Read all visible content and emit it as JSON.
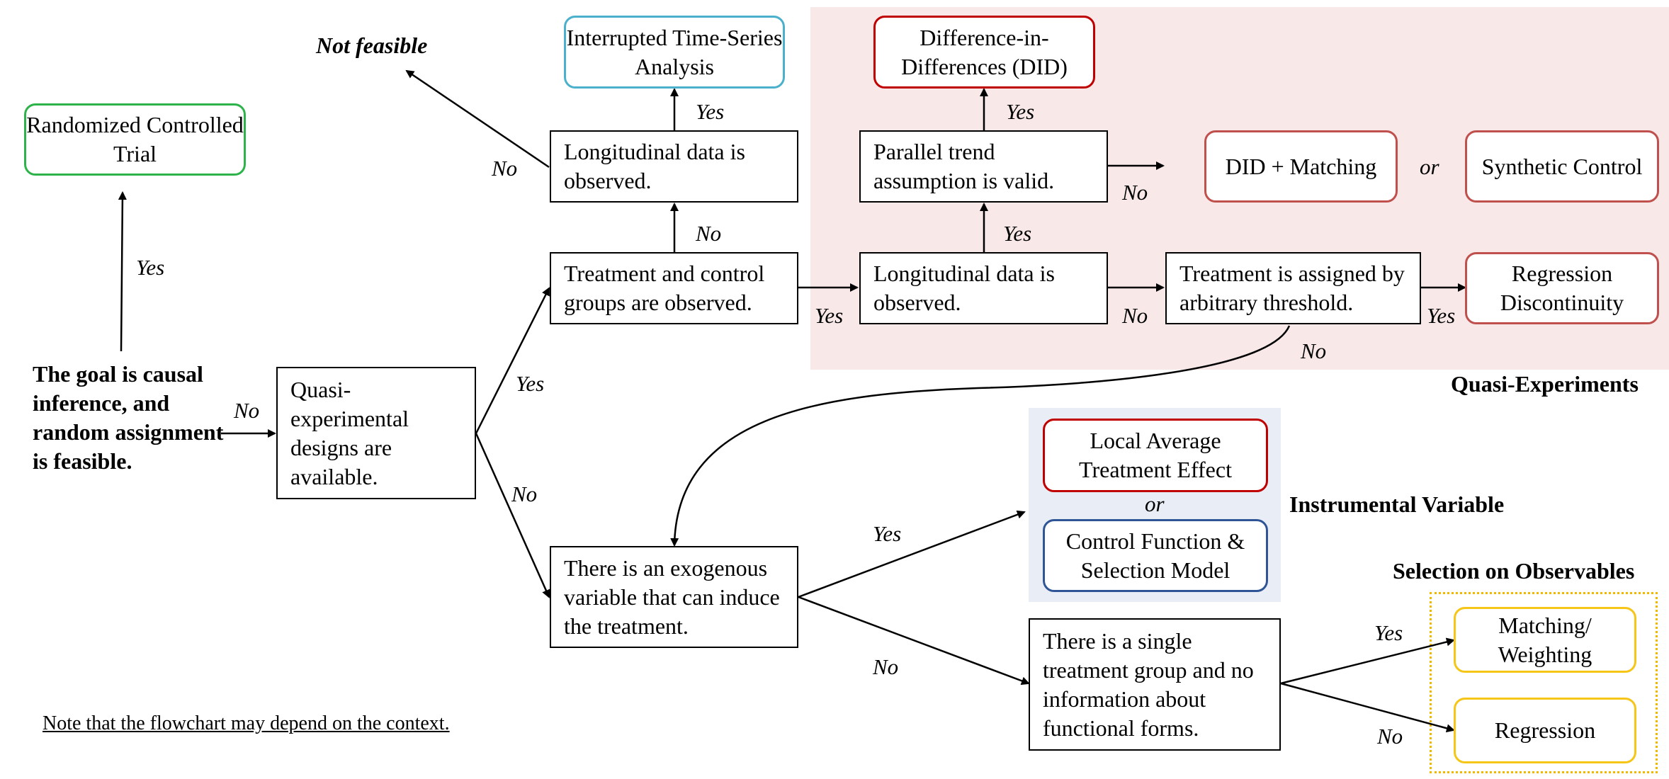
{
  "goal": "The goal is causal inference, and random assignment is feasible.",
  "note": "Note that the flowchart may depend on the context.",
  "not_feasible": "Not feasible",
  "boxes": {
    "quasi_available": "Quasi-experimental designs are available.",
    "treat_control_observed": "Treatment and control groups are observed.",
    "longitudinal_top": "Longitudinal data is observed.",
    "longitudinal_mid": "Longitudinal data is observed.",
    "parallel_trend": "Parallel trend assumption is valid.",
    "threshold": "Treatment is assigned by arbitrary threshold.",
    "exogenous": "There is an exogenous variable that can induce the treatment.",
    "single_group": "There is a single treatment group and no information about functional forms."
  },
  "methods": {
    "rct": "Randomized Controlled Trial",
    "itsa": "Interrupted Time-Series Analysis",
    "did": "Difference-in-Differences (DID)",
    "did_matching": "DID + Matching",
    "synthetic_control": "Synthetic Control",
    "regression_discontinuity": "Regression Discontinuity",
    "late": "Local Average Treatment Effect",
    "control_function": "Control Function & Selection Model",
    "matching_weighting": "Matching/ Weighting",
    "regression": "Regression"
  },
  "labels": {
    "yes": "Yes",
    "no": "No",
    "or": "or"
  },
  "groups": {
    "quasi_experiments": "Quasi-Experiments",
    "instrumental_variable": "Instrumental Variable",
    "selection_on_observables": "Selection on Observables"
  },
  "colors": {
    "quasi_region": "#f8e8e8",
    "iv_region": "#e9eef6",
    "rct_border": "#2db34a",
    "itsa_border": "#4ab0cc",
    "did_border": "#c00000",
    "quasi_method_border": "#c0504d",
    "control_function_border": "#2f5597",
    "soo_border": "#f5c518"
  }
}
